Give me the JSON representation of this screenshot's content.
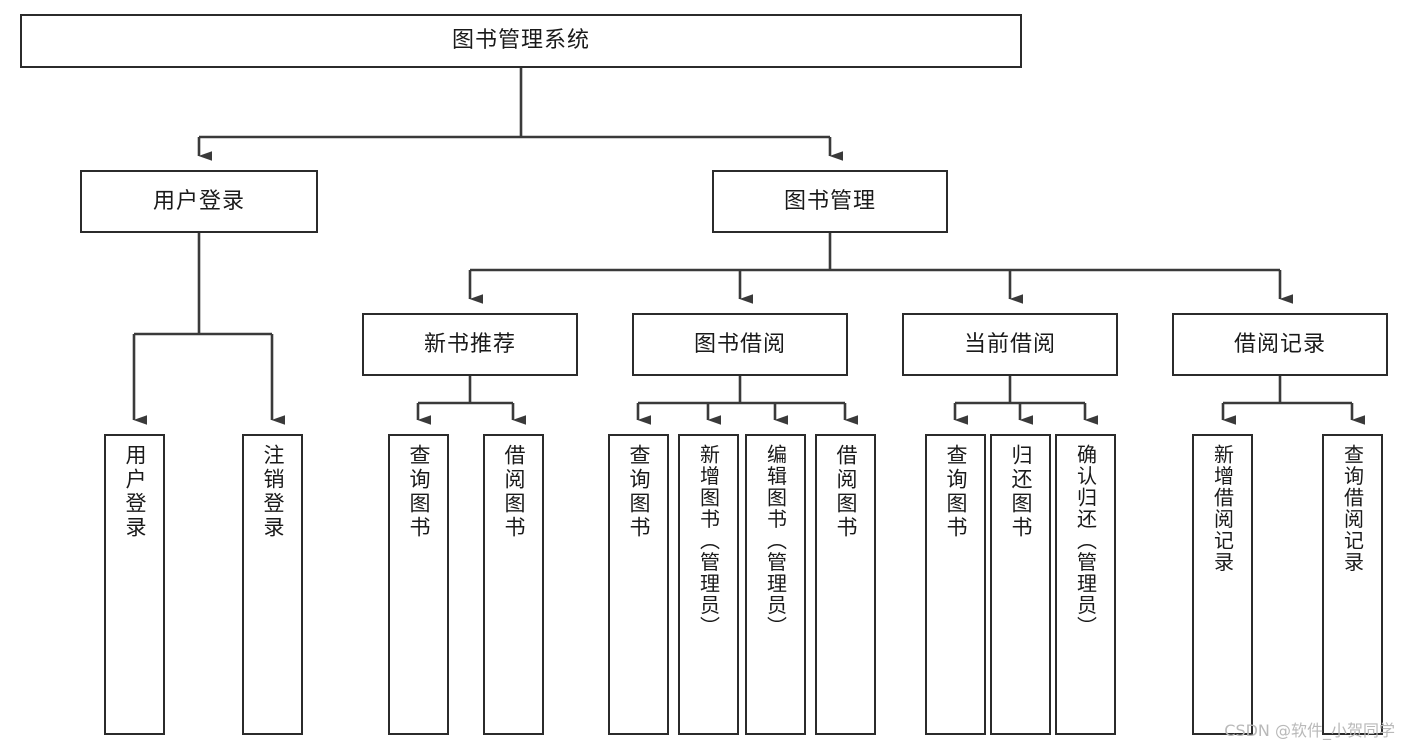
{
  "diagram": {
    "type": "tree-hierarchy",
    "title": "图书管理系统",
    "watermark": "CSDN @软件_小贺同学",
    "colors": {
      "box_border": "#2b2b2b",
      "box_fill": "#ffffff",
      "connector": "#3a3a3a",
      "text": "#1a1a1a",
      "watermark": "#b9b9b9",
      "background": "#ffffff"
    },
    "levels": {
      "root": {
        "label": "图书管理系统"
      },
      "level2": [
        {
          "id": "user-login",
          "label": "用户登录"
        },
        {
          "id": "book-manage",
          "label": "图书管理"
        }
      ],
      "level3": [
        {
          "id": "new-book-recommend",
          "label": "新书推荐",
          "parent": "book-manage"
        },
        {
          "id": "book-borrow",
          "label": "图书借阅",
          "parent": "book-manage"
        },
        {
          "id": "current-borrow",
          "label": "当前借阅",
          "parent": "book-manage"
        },
        {
          "id": "borrow-record",
          "label": "借阅记录",
          "parent": "book-manage"
        }
      ],
      "leaves": [
        {
          "id": "leaf-user-login",
          "label": "用户登录",
          "parent": "user-login"
        },
        {
          "id": "leaf-logout-login",
          "label": "注销登录",
          "parent": "user-login"
        },
        {
          "id": "leaf-query-book-1",
          "label": "查询图书",
          "parent": "new-book-recommend"
        },
        {
          "id": "leaf-borrow-book-1",
          "label": "借阅图书",
          "parent": "new-book-recommend"
        },
        {
          "id": "leaf-query-book-2",
          "label": "查询图书",
          "parent": "book-borrow"
        },
        {
          "id": "leaf-add-book",
          "label": "新增图书（管理员）",
          "parent": "book-borrow"
        },
        {
          "id": "leaf-edit-book",
          "label": "编辑图书（管理员）",
          "parent": "book-borrow"
        },
        {
          "id": "leaf-borrow-book-2",
          "label": "借阅图书",
          "parent": "book-borrow"
        },
        {
          "id": "leaf-query-book-3",
          "label": "查询图书",
          "parent": "current-borrow"
        },
        {
          "id": "leaf-return-book",
          "label": "归还图书",
          "parent": "current-borrow"
        },
        {
          "id": "leaf-confirm-return",
          "label": "确认归还（管理员）",
          "parent": "current-borrow"
        },
        {
          "id": "leaf-add-record",
          "label": "新增借阅记录",
          "parent": "borrow-record"
        },
        {
          "id": "leaf-query-record",
          "label": "查询借阅记录",
          "parent": "borrow-record"
        }
      ]
    }
  }
}
